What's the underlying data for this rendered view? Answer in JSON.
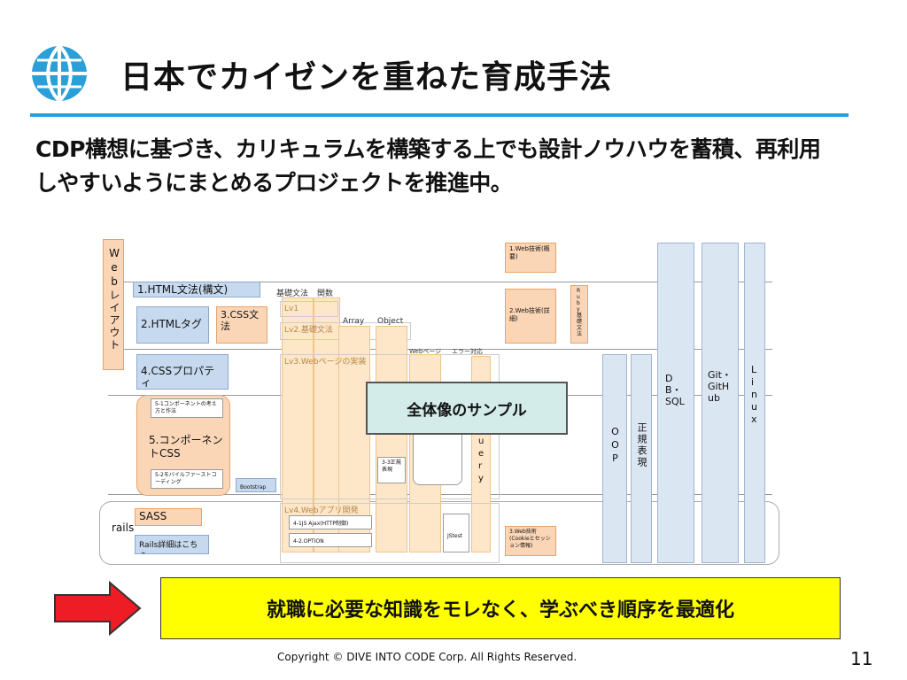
{
  "slide": {
    "title": "日本でカイゼンを重ねた育成手法",
    "lead": "CDP構想に基づき、カリキュラムを構築する上でも設計ノウハウを蓄積、再利用しやすいようにまとめるプロジェクトを推進中。",
    "sample_label": "全体像のサンプル",
    "banner": "就職に必要な知識をモレなく、学ぶべき順序を最適化",
    "copyright": "Copyright © DIVE INTO CODE Corp. All Rights Reserved.",
    "page_number": "11"
  },
  "diagram": {
    "web_layout": "Webレイアウト",
    "html_syntax": "1.HTML文法(構文)",
    "html_tags": "2.HTMLタグ",
    "css_syntax": "3.CSS文法",
    "css_props": "4.CSSプロパティ",
    "component_think": "5-1コンポーネントの考え方と作法",
    "component_css": "5.コンポーネントCSS",
    "mobile_first": "5-2モバイルファーストコーディング",
    "bootstrap": "Bootstrap",
    "rails": "rails",
    "sass": "SASS",
    "rails_detail": "Rails詳細はこちら",
    "js_basic": "基礎文法",
    "js_func": "関数",
    "lv1": "Lv1",
    "lv2": "Lv2.基礎文法",
    "array": "Array",
    "object": "Object",
    "lv3": "Lv3.Webページの実装",
    "webpage": "Webページ",
    "error": "エラー対応",
    "regex33": "3-3正規表現",
    "jquery_tail": "uery",
    "lv4": "Lv4.Webアプリ開発",
    "ajax": "4-1JS Ajax(HTTP制御)",
    "option": "4-2.OPTION",
    "jstest": "JStest",
    "web1": "1.Web技術(概要)",
    "web2": "2.Web技術(詳細)",
    "web3": "3.Web技術(Cookieとセッション情報)",
    "ruby": "Ruby基礎文法",
    "oop": "OOP",
    "regex": "正規表現",
    "db": "DB・SQL",
    "git": "Git・GitHub",
    "linux": "Linux"
  },
  "colors": {
    "accent_rule": "#2a9fd8",
    "banner_bg": "#ffff00",
    "arrow": "#ee1c25",
    "sample_bg": "#d4ece9"
  },
  "icons": {
    "logo": "globe-icon",
    "arrow": "arrow-right-icon"
  }
}
